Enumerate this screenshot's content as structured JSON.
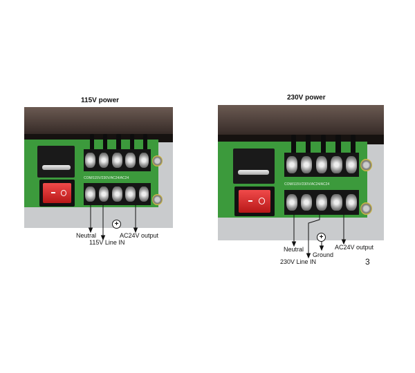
{
  "left": {
    "title": "115V power",
    "terminal_strip": "COM/115V/230V/AC24/AC24",
    "labels": {
      "neutral": "Neutral",
      "line_in": "115V Line IN",
      "output": "AC24V output"
    }
  },
  "right": {
    "title": "230V power",
    "terminal_strip": "COM/115V/230V/AC24/AC24",
    "labels": {
      "neutral": "Neutral",
      "line_in": "230V Line IN",
      "ground": "Ground",
      "output": "AC24V output"
    }
  },
  "page_number": "3"
}
